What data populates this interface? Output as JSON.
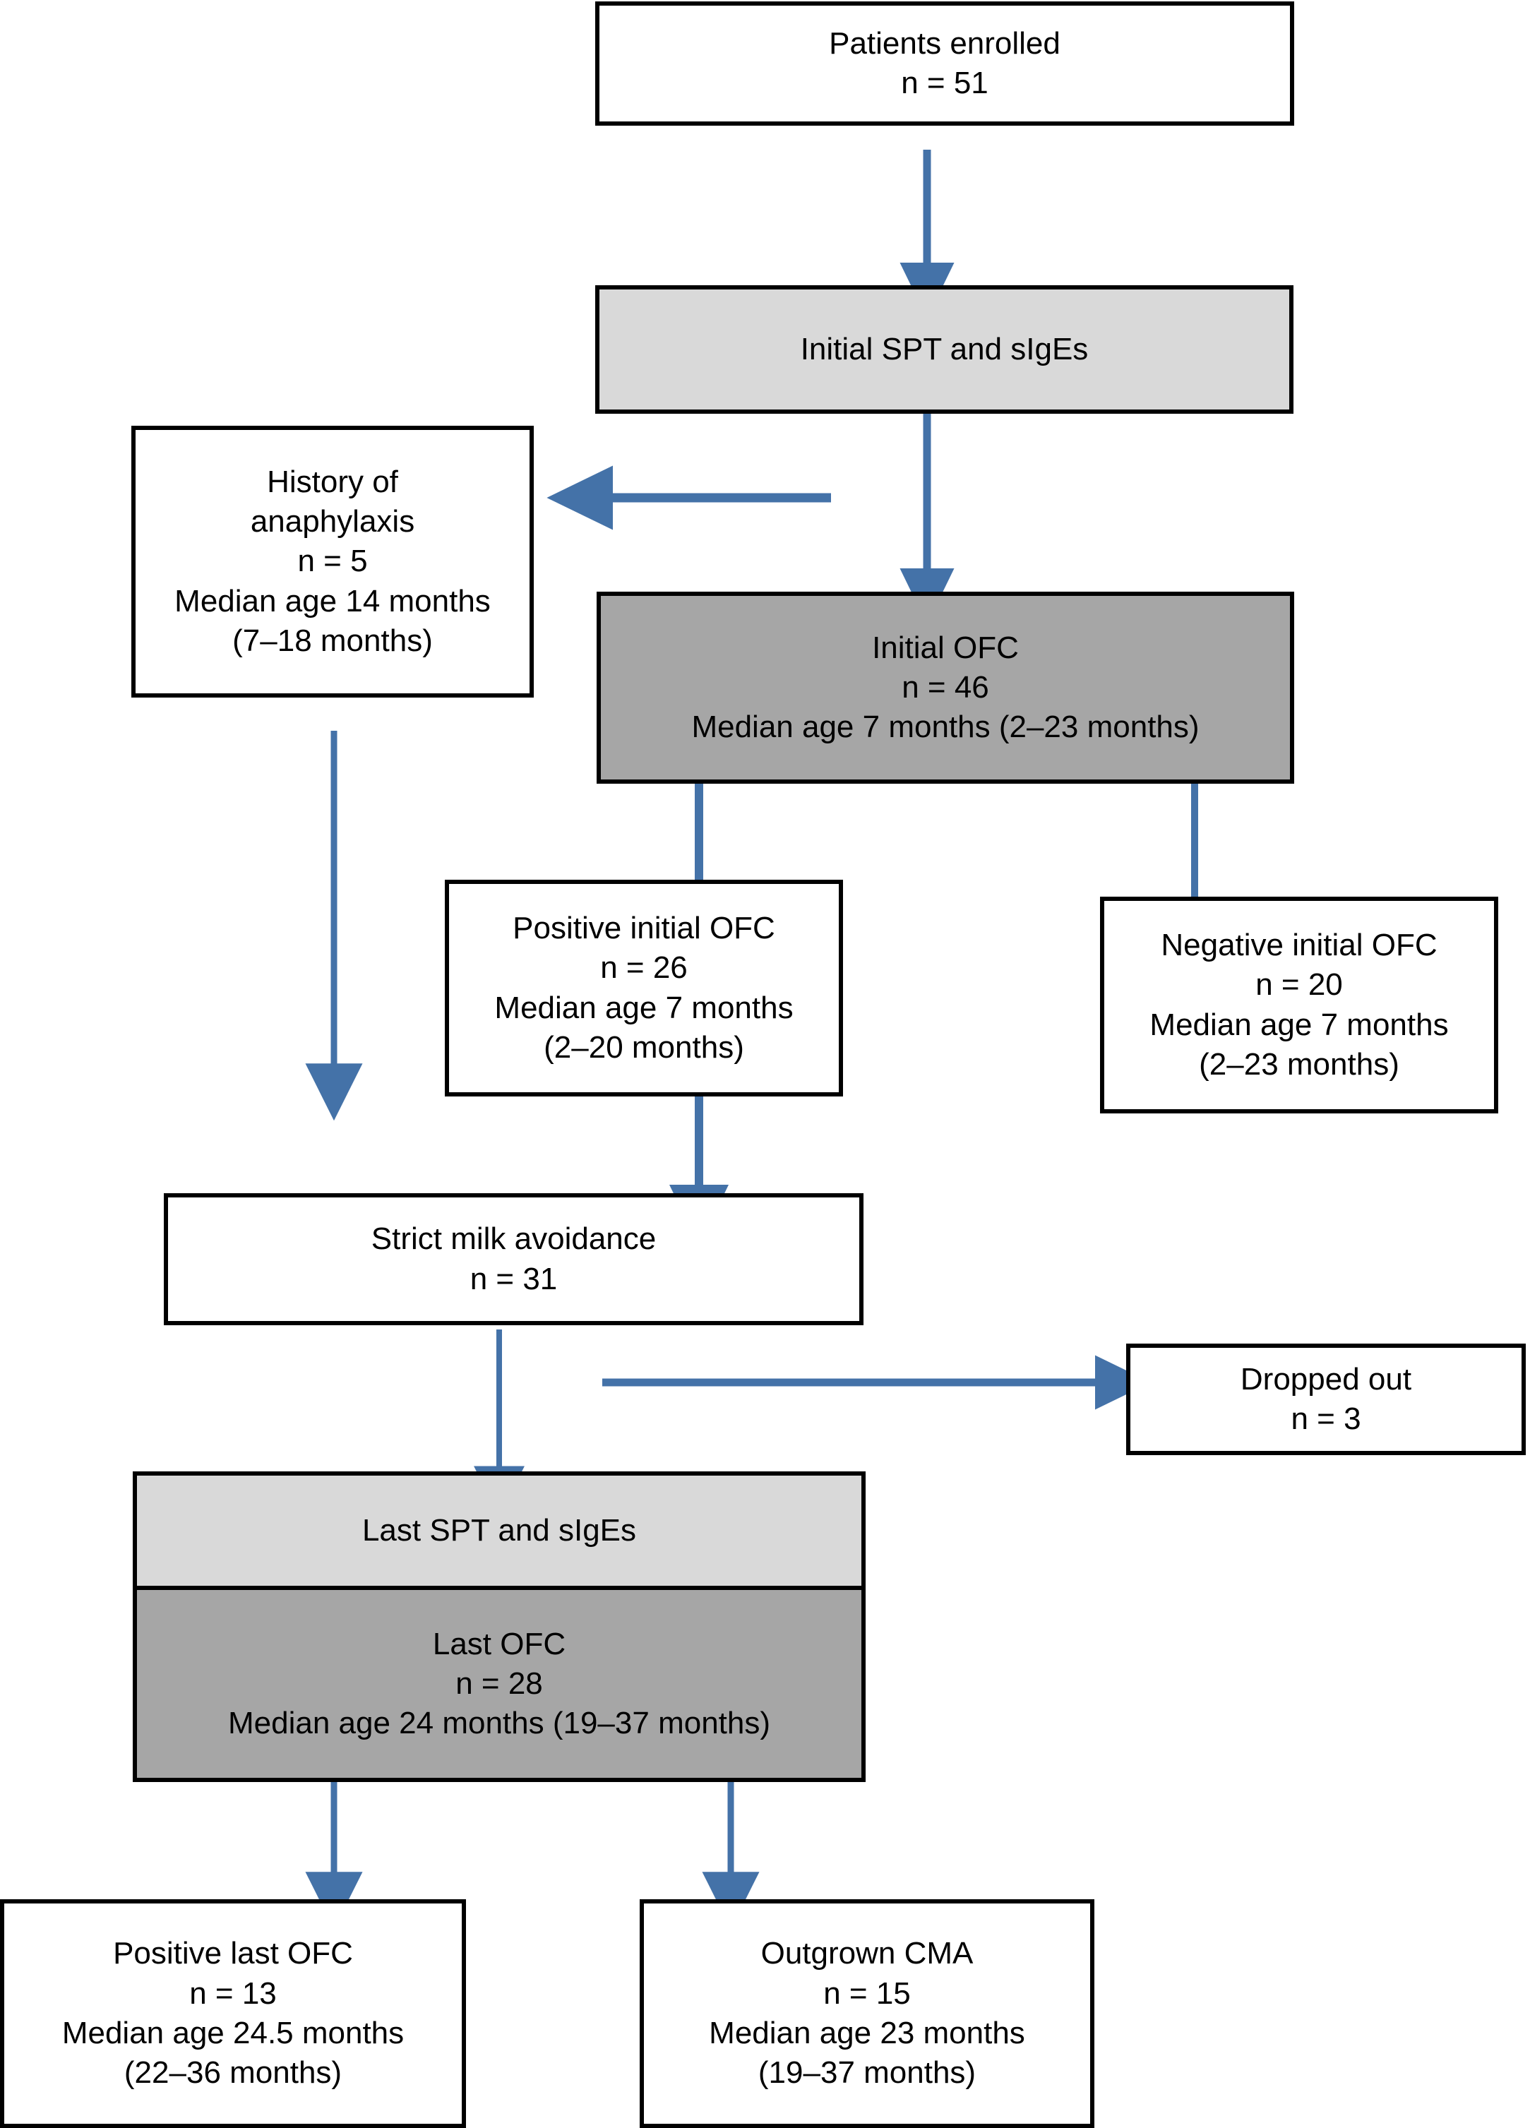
{
  "figure": {
    "type": "flowchart",
    "accent_color": "#4472a8",
    "box_border_color": "#000000",
    "fill_light_gray": "#d9d9d9",
    "fill_dark_gray": "#a6a6a6",
    "fill_white": "#ffffff"
  },
  "nodes": {
    "enrolled": {
      "id": "patients-enrolled",
      "fill": "white",
      "lines": [
        "Patients enrolled",
        "n = 51"
      ]
    },
    "initial_tests": {
      "id": "initial-spt-sige",
      "fill": "light-gray",
      "lines": [
        "Initial SPT and sIgEs"
      ]
    },
    "anaphylaxis": {
      "id": "history-of-anaphylaxis",
      "fill": "white",
      "lines": [
        "History of",
        "anaphylaxis",
        "n = 5",
        "Median age 14 months",
        "(7–18 months)"
      ]
    },
    "initial_ofc": {
      "id": "initial-ofc",
      "fill": "dark-gray",
      "lines": [
        "Initial OFC",
        "n = 46",
        "Median age 7 months (2–23 months)"
      ]
    },
    "positive_initial": {
      "id": "positive-initial-ofc",
      "fill": "white",
      "lines": [
        "Positive initial OFC",
        "n = 26",
        "Median age 7 months",
        "(2–20 months)"
      ]
    },
    "negative_initial": {
      "id": "negative-initial-ofc",
      "fill": "white",
      "lines": [
        "Negative initial OFC",
        "n = 20",
        "Median age 7 months",
        "(2–23 months)"
      ]
    },
    "avoidance": {
      "id": "strict-milk-avoidance",
      "fill": "white",
      "lines": [
        "Strict milk avoidance",
        "n = 31"
      ]
    },
    "dropped": {
      "id": "dropped-out",
      "fill": "white",
      "lines": [
        "Dropped out",
        "n = 3"
      ]
    },
    "last_tests": {
      "id": "last-spt-sige",
      "fill": "light-gray",
      "lines": [
        "Last SPT and sIgEs"
      ]
    },
    "last_ofc": {
      "id": "last-ofc",
      "fill": "dark-gray",
      "lines": [
        "Last OFC",
        "n = 28",
        "Median age 24 months (19–37 months)"
      ]
    },
    "positive_last": {
      "id": "positive-last-ofc",
      "fill": "white",
      "lines": [
        "Positive last OFC",
        "n = 13",
        "Median age 24.5 months",
        "(22–36 months)"
      ]
    },
    "outgrown": {
      "id": "outgrown-cma",
      "fill": "white",
      "lines": [
        "Outgrown CMA",
        "n = 15",
        "Median age 23 months",
        "(19–37 months)"
      ]
    }
  },
  "edges": [
    {
      "name": "enrolled-to-initial-tests",
      "from": "patients-enrolled",
      "to": "initial-spt-sige",
      "direction": "down"
    },
    {
      "name": "initial-tests-to-anaphylaxis",
      "from": "initial-spt-sige",
      "to": "history-of-anaphylaxis",
      "direction": "left"
    },
    {
      "name": "initial-tests-to-initial-ofc",
      "from": "initial-spt-sige",
      "to": "initial-ofc",
      "direction": "down"
    },
    {
      "name": "anaphylaxis-to-avoidance",
      "from": "history-of-anaphylaxis",
      "to": "strict-milk-avoidance",
      "direction": "down"
    },
    {
      "name": "initial-ofc-to-positive",
      "from": "initial-ofc",
      "to": "positive-initial-ofc",
      "direction": "down"
    },
    {
      "name": "initial-ofc-to-negative",
      "from": "initial-ofc",
      "to": "negative-initial-ofc",
      "direction": "down"
    },
    {
      "name": "positive-to-avoidance",
      "from": "positive-initial-ofc",
      "to": "strict-milk-avoidance",
      "direction": "down"
    },
    {
      "name": "avoidance-to-dropped",
      "from": "strict-milk-avoidance",
      "to": "dropped-out",
      "direction": "right"
    },
    {
      "name": "avoidance-to-last-tests",
      "from": "strict-milk-avoidance",
      "to": "last-spt-sige",
      "direction": "down"
    },
    {
      "name": "last-ofc-to-positive-last",
      "from": "last-ofc",
      "to": "positive-last-ofc",
      "direction": "down"
    },
    {
      "name": "last-ofc-to-outgrown",
      "from": "last-ofc",
      "to": "outgrown-cma",
      "direction": "down"
    }
  ]
}
